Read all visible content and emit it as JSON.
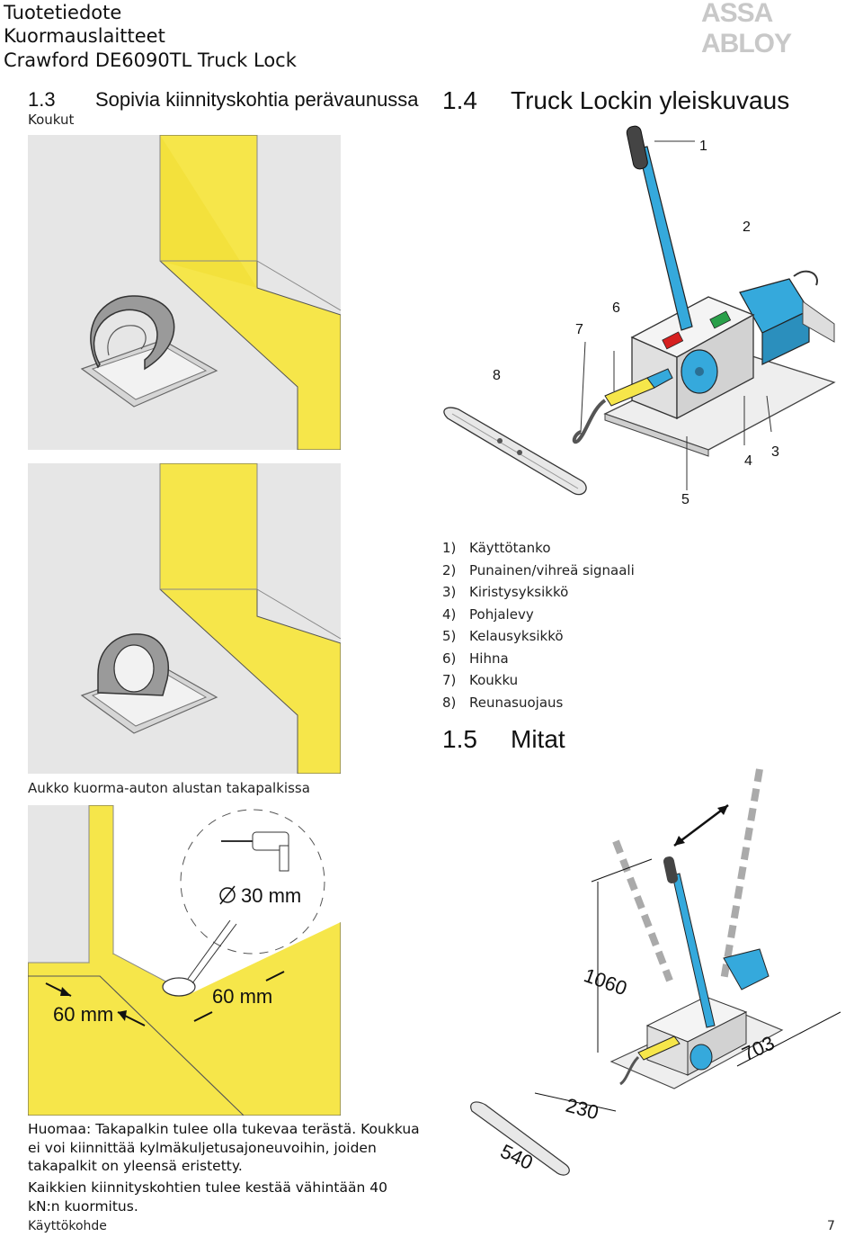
{
  "header": {
    "line1": "Tuotetiedote",
    "line2": "Kuormauslaitteet",
    "line3": "Crawford DE6090TL Truck Lock",
    "logo": "ASSA ABLOY"
  },
  "section_1_3": {
    "number": "1.3",
    "title": "Sopivia kiinnityskohtia perävaunussa",
    "subtitle": "Koukut"
  },
  "section_1_4": {
    "number": "1.4",
    "title": "Truck Lockin yleiskuvaus",
    "callouts": [
      "1",
      "2",
      "3",
      "4",
      "5",
      "6",
      "7",
      "8"
    ]
  },
  "legend": [
    {
      "num": "1)",
      "text": "Käyttötanko"
    },
    {
      "num": "2)",
      "text": "Punainen/vihreä signaali"
    },
    {
      "num": "3)",
      "text": "Kiristysyksikkö"
    },
    {
      "num": "4)",
      "text": "Pohjalevy"
    },
    {
      "num": "5)",
      "text": "Kelausyksikkö"
    },
    {
      "num": "6)",
      "text": "Hihna"
    },
    {
      "num": "7)",
      "text": "Koukku"
    },
    {
      "num": "8)",
      "text": "Reunasuojaus"
    }
  ],
  "section_1_5": {
    "number": "1.5",
    "title": "Mitat"
  },
  "hole_caption": "Aukko kuorma-auton alustan takapalkissa",
  "hole_figure": {
    "diameter_label": "30 mm",
    "dim_left": "60 mm",
    "dim_right": "60 mm"
  },
  "dimensions": {
    "height": "1060",
    "length": "703",
    "width": "230",
    "protector": "540"
  },
  "notes": {
    "p1": "Huomaa: Takapalkin tulee olla tukevaa terästä. Koukkua ei voi kiinnittää kylmäkuljetusajoneuvoihin, joiden takapalkit on yleensä eristetty.",
    "p2": "Kaikkien kiinnityskohtien tulee kestää vähintään 40 kN:n kuormitus."
  },
  "footer": {
    "left": "Käyttökohde",
    "page": "7"
  },
  "colors": {
    "yellow": "#f6e64a",
    "grey_panel": "#e6e6e6",
    "blue": "#35a9dc",
    "hook_grey": "#9a9a9a"
  }
}
